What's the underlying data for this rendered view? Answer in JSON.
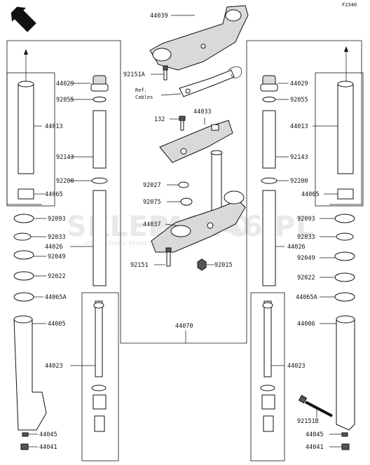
{
  "code": "F2340",
  "front_label": "FRONT",
  "watermark": {
    "brand_a": "SKLEP",
    "brand_b": "MOTO",
    "brand_c": "46.PL",
    "sub": "internetowy sklep motocyklowy"
  },
  "note": {
    "line1": "Ref.",
    "line2": "Cables"
  },
  "labels": {
    "p44039": "44039",
    "p92151a": "92151A",
    "p44033": "44033",
    "p132": "132",
    "p92027": "92027",
    "p92075": "92075",
    "p44037": "44037",
    "p92151": "92151",
    "p92015": "92015",
    "p44070": "44070",
    "l44029": "44029",
    "l92055": "92055",
    "l44013": "44013",
    "l92143": "92143",
    "l92200": "92200",
    "l44065": "44065",
    "l92093": "92093",
    "l92033": "92033",
    "l44026": "44026",
    "l92049": "92049",
    "l92022": "92022",
    "l44065a": "44065A",
    "l44005": "44005",
    "l44023": "44023",
    "l44045": "44045",
    "l44041": "44041",
    "r44029": "44029",
    "r92055": "92055",
    "r44013": "44013",
    "r92143": "92143",
    "r92200": "92200",
    "r44065": "44065",
    "r92093": "92093",
    "r92033": "92033",
    "r44026": "44026",
    "r92049": "92049",
    "r92022": "92022",
    "r44065a": "44065A",
    "r44006": "44006",
    "r44023": "44023",
    "r92151b": "92151B",
    "r44045": "44045",
    "r44041": "44041"
  }
}
